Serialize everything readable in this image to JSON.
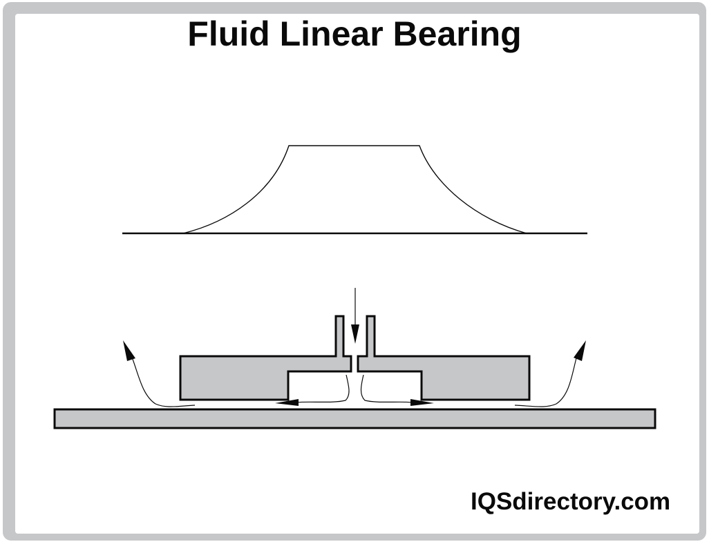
{
  "title": "Fluid Linear Bearing",
  "watermark": "IQSdirectory.com",
  "diagram": {
    "pressure_profile": {
      "label": "pressure-distribution-curve"
    },
    "bearing_pad": {
      "label": "bearing-pad",
      "fill": "#c6c7c9"
    },
    "guide_rail": {
      "label": "guide-rail",
      "fill": "#c6c7c9"
    },
    "fluid_inlet": {
      "label": "fluid-inlet-arrow"
    },
    "flow_arrows": [
      "left-exhaust-flow",
      "center-left-flow",
      "center-right-flow",
      "right-exhaust-flow"
    ]
  },
  "colors": {
    "frame": "#c6c7c9",
    "part_fill": "#c6c7c9",
    "stroke": "#0a0a0a",
    "background": "#ffffff"
  }
}
